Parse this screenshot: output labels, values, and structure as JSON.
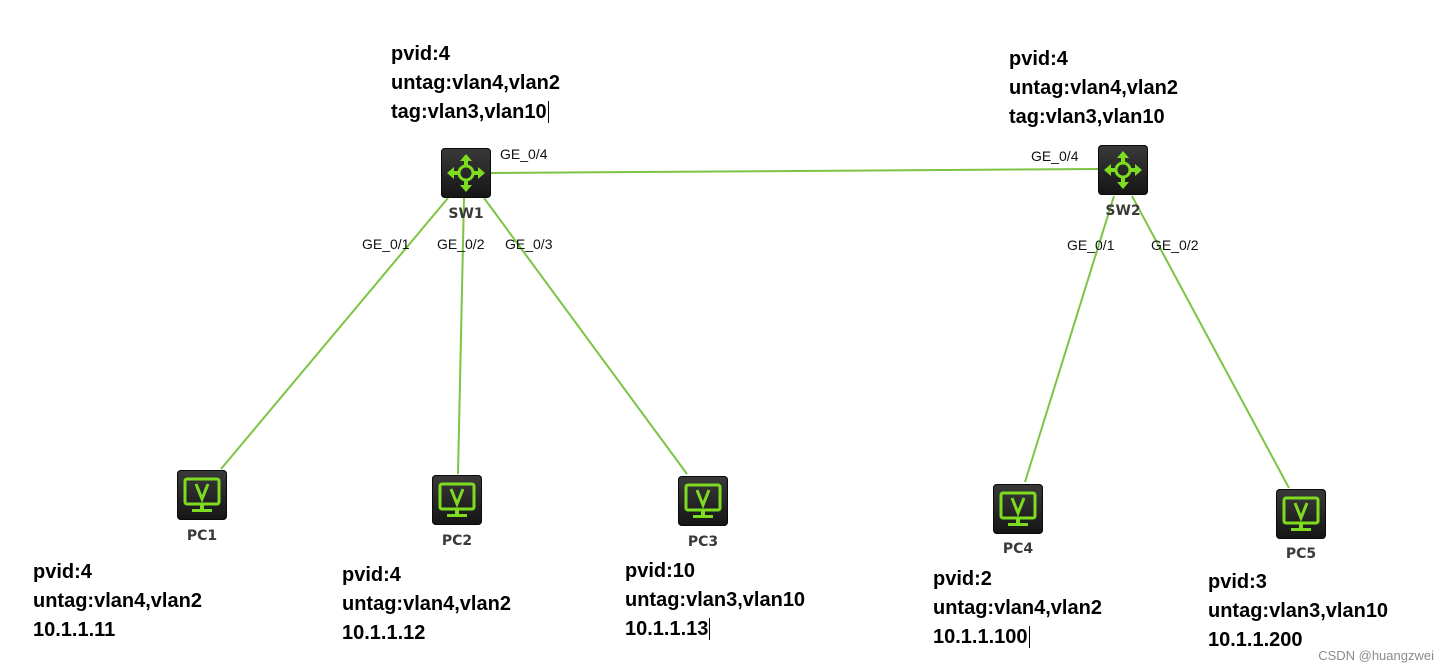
{
  "colors": {
    "link": "#7cc443",
    "icon_accent": "#7ddc1f",
    "icon_body": "#1f1f1f"
  },
  "switches": {
    "sw1": {
      "label": "SW1",
      "icon": "switch-icon",
      "info": [
        "pvid:4",
        "untag:vlan4,vlan2",
        "tag:vlan3,vlan10"
      ],
      "ports": {
        "p1": "GE_0/1",
        "p2": "GE_0/2",
        "p3": "GE_0/3",
        "p4": "GE_0/4"
      }
    },
    "sw2": {
      "label": "SW2",
      "icon": "switch-icon",
      "info": [
        "pvid:4",
        "untag:vlan4,vlan2",
        "tag:vlan3,vlan10"
      ],
      "ports": {
        "p1": "GE_0/1",
        "p2": "GE_0/2",
        "p4": "GE_0/4"
      }
    }
  },
  "pcs": {
    "pc1": {
      "label": "PC1",
      "icon": "pc-icon",
      "info": [
        "pvid:4",
        "untag:vlan4,vlan2",
        "10.1.1.11"
      ]
    },
    "pc2": {
      "label": "PC2",
      "icon": "pc-icon",
      "info": [
        "pvid:4",
        "untag:vlan4,vlan2",
        "10.1.1.12"
      ]
    },
    "pc3": {
      "label": "PC3",
      "icon": "pc-icon",
      "info": [
        "pvid:10",
        "untag:vlan3,vlan10",
        "10.1.1.13"
      ]
    },
    "pc4": {
      "label": "PC4",
      "icon": "pc-icon",
      "info": [
        "pvid:2",
        "untag:vlan4,vlan2",
        "10.1.1.100"
      ]
    },
    "pc5": {
      "label": "PC5",
      "icon": "pc-icon",
      "info": [
        "pvid:3",
        "untag:vlan3,vlan10",
        "10.1.1.200"
      ]
    }
  },
  "watermark": "CSDN @huangzwei"
}
